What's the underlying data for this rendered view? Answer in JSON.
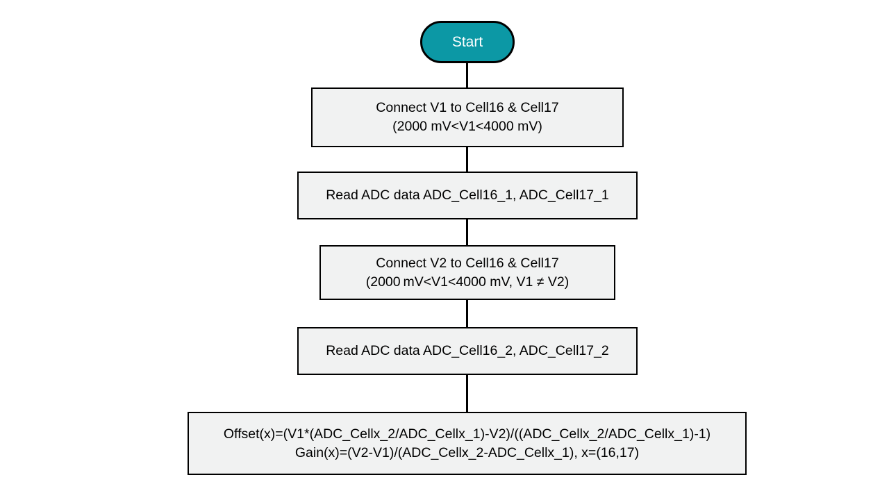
{
  "colors": {
    "background": "#ffffff",
    "start_fill": "#0c98a5",
    "start_text": "#ffffff",
    "node_fill": "#f1f2f2",
    "node_border": "#000000",
    "connector": "#000000",
    "text": "#000000"
  },
  "flowchart": {
    "start": {
      "label": "Start"
    },
    "steps": [
      {
        "name": "connect-v1",
        "lines": [
          "Connect V1 to Cell16 & Cell17",
          "(2000 mV<V1<4000 mV)"
        ]
      },
      {
        "name": "read-adc-1",
        "lines": [
          "Read ADC data ADC_Cell16_1, ADC_Cell17_1"
        ]
      },
      {
        "name": "connect-v2",
        "lines": [
          "Connect V2 to Cell16 & Cell17",
          "(2000 mV<V1<4000 mV, V1 ≠ V2)"
        ]
      },
      {
        "name": "read-adc-2",
        "lines": [
          "Read ADC data ADC_Cell16_2, ADC_Cell17_2"
        ]
      },
      {
        "name": "formulas",
        "lines": [
          "Offset(x)=(V1*(ADC_Cellx_2/ADC_Cellx_1)-V2)/((ADC_Cellx_2/ADC_Cellx_1)-1)",
          "Gain(x)=(V2-V1)/(ADC_Cellx_2-ADC_Cellx_1), x=(16,17)"
        ]
      }
    ]
  }
}
